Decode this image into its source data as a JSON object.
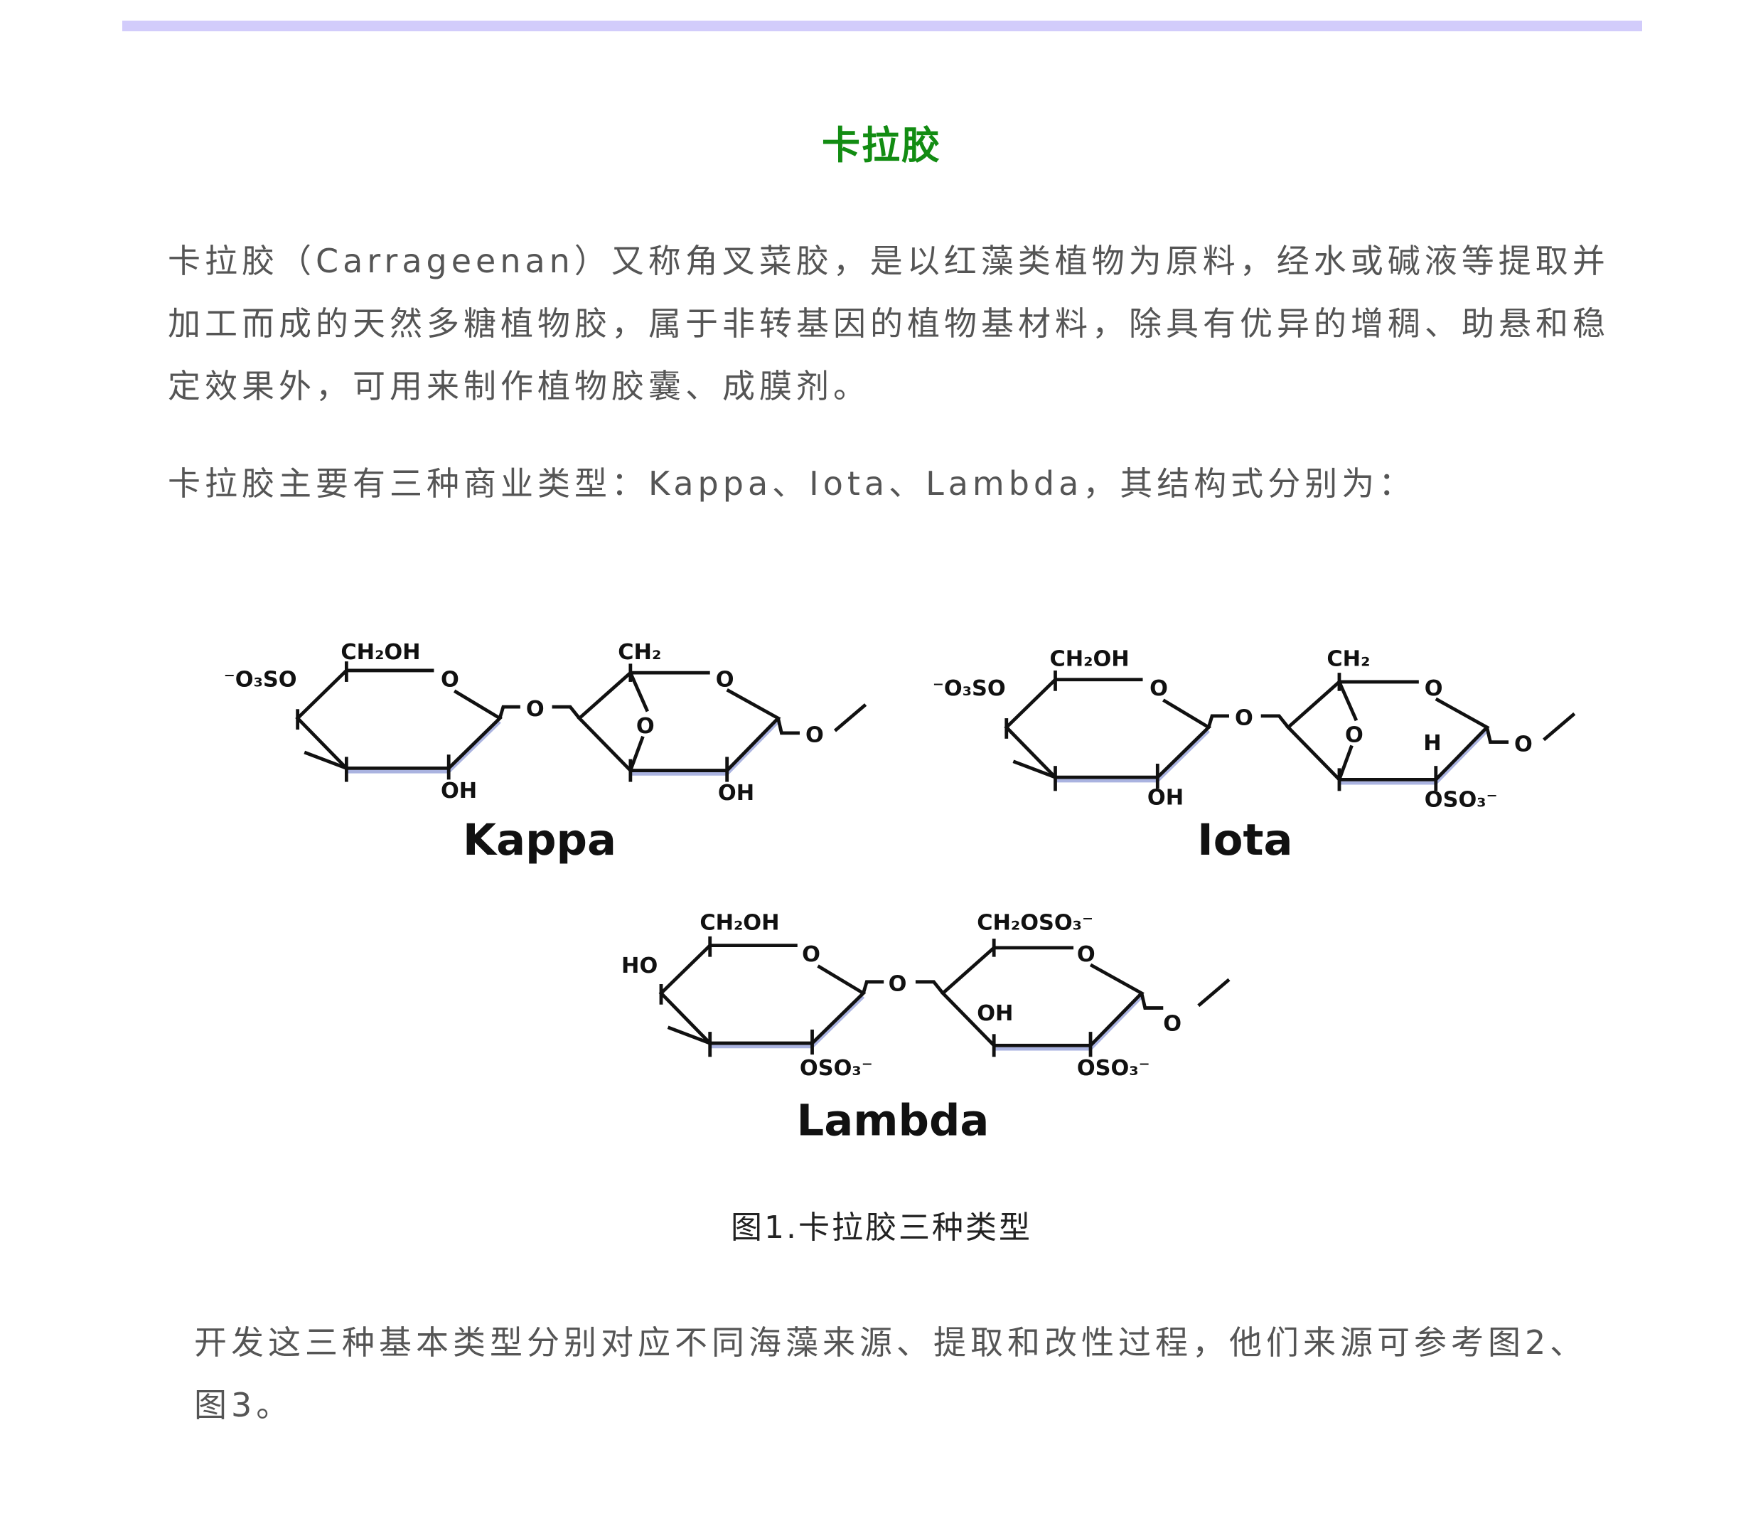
{
  "title": "卡拉胶",
  "paragraphs": [
    "卡拉胶（Carrageenan）又称角叉菜胶，是以红藻类植物为原料，经水或碱液等提取并加工而成的天然多糖植物胶，属于非转基因的植物基材料，除具有优异的增稠、助悬和稳定效果外，可用来制作植物胶囊、成膜剂。",
    "卡拉胶主要有三种商业类型：Kappa、Iota、Lambda，其结构式分别为："
  ],
  "figure": {
    "kappa": {
      "name": "Kappa",
      "sub1": "⁻O₃SO",
      "top1": "CH₂OH",
      "ring_o1": "O",
      "bottom1": "OH",
      "link_o": "O",
      "top2": "CH₂",
      "ring_o2": "O",
      "bridge_o": "O",
      "bottom2": "OH",
      "tail_o": "O"
    },
    "iota": {
      "name": "Iota",
      "sub1": "⁻O₃SO",
      "top1": "CH₂OH",
      "ring_o1": "O",
      "bottom1": "OH",
      "link_o": "O",
      "top2": "CH₂",
      "ring_o2": "O",
      "bridge_o": "O",
      "h2": "H",
      "bottom2": "OSO₃⁻",
      "tail_o": "O"
    },
    "lambda": {
      "name": "Lambda",
      "sub1": "HO",
      "top1": "CH₂OH",
      "ring_o1": "O",
      "bottom1": "OSO₃⁻",
      "link_o": "O",
      "top2": "CH₂OSO₃⁻",
      "ring_o2": "O",
      "oh2": "OH",
      "bottom2": "OSO₃⁻",
      "tail_o": "O"
    },
    "caption": "图1.卡拉胶三种类型"
  },
  "closing": "开发这三种基本类型分别对应不同海藻来源、提取和改性过程，他们来源可参考图2、图3。"
}
